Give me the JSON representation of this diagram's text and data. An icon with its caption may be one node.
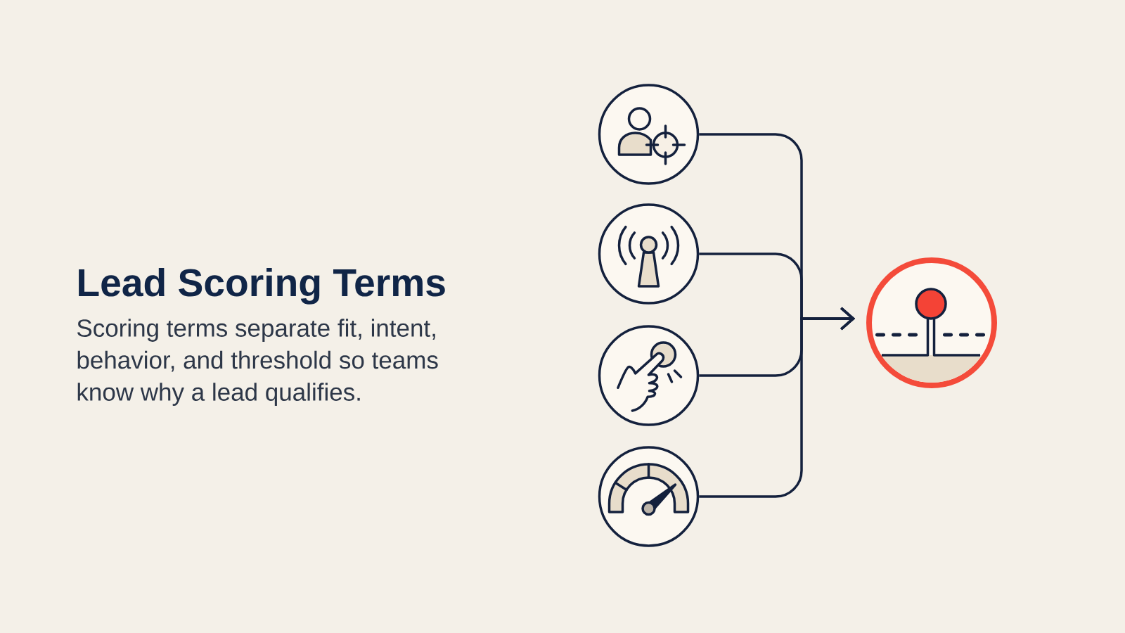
{
  "diagram": {
    "title": "Lead Scoring Terms",
    "caption": "Scoring terms separate fit, intent, behavior, and threshold so teams know why a lead qualifies.",
    "nodes": [
      {
        "text": [],
        "shape": "circle"
      },
      {
        "text": [],
        "shape": "circle"
      },
      {
        "text": [],
        "shape": "circle"
      },
      {
        "text": [],
        "shape": "circle"
      },
      {
        "text": [],
        "shape": "circle"
      }
    ],
    "edges": [
      {
        "from": 0,
        "to": 4,
        "arrow": "to"
      },
      {
        "from": 1,
        "to": 4,
        "arrow": "to"
      },
      {
        "from": 2,
        "to": 4,
        "arrow": "to"
      },
      {
        "from": 3,
        "to": 4,
        "arrow": "to"
      }
    ]
  }
}
